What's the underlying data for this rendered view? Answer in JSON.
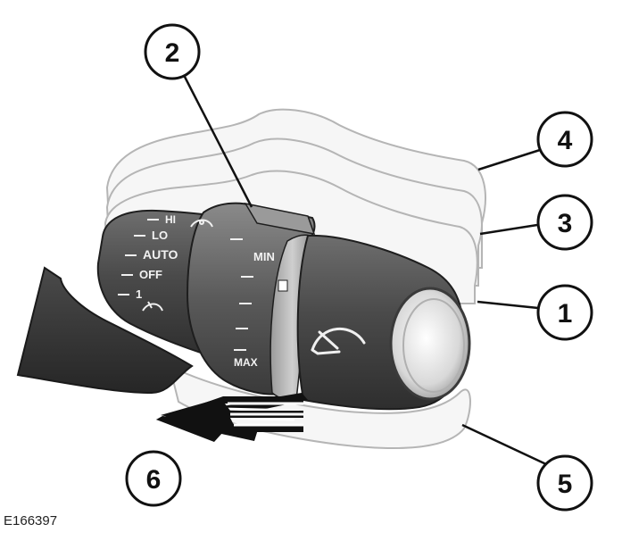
{
  "figure": {
    "reference_code": "E166397"
  },
  "callouts": [
    {
      "id": "1",
      "label": "1"
    },
    {
      "id": "2",
      "label": "2"
    },
    {
      "id": "3",
      "label": "3"
    },
    {
      "id": "4",
      "label": "4"
    },
    {
      "id": "5",
      "label": "5"
    },
    {
      "id": "6",
      "label": "6"
    }
  ],
  "stalk_labels": {
    "hi": "HI",
    "lo": "LO",
    "auto": "AUTO",
    "off": "OFF",
    "single": "1",
    "min": "MIN",
    "max": "MAX"
  },
  "icons": {
    "wiper": "wiper-icon",
    "washer": "washer-spray-icon",
    "sensitivity": "rain-sensor-icon"
  }
}
